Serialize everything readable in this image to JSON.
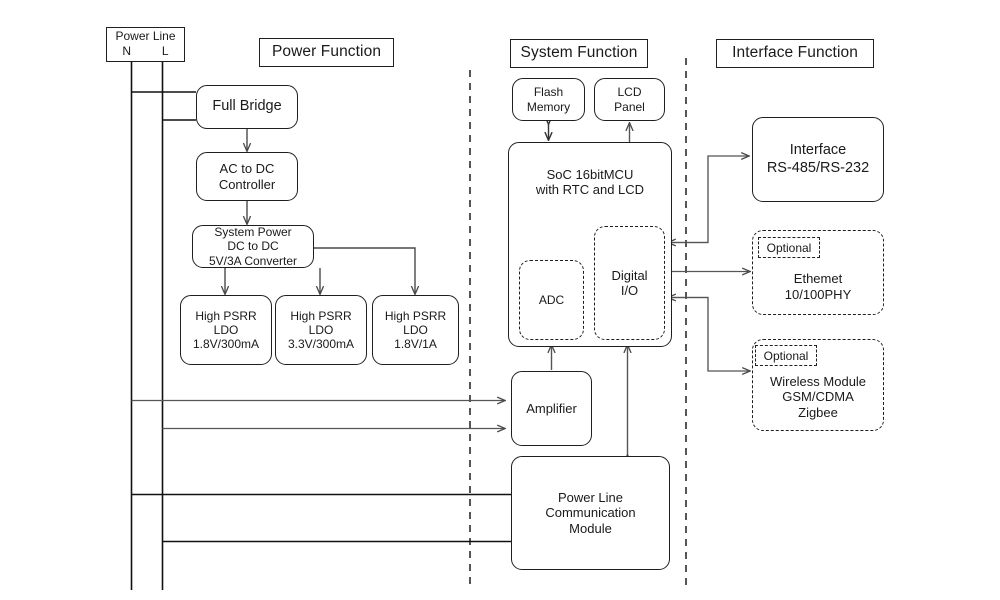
{
  "diagram": {
    "title_boxes": [
      {
        "id": "power-function",
        "label": "Power Function"
      },
      {
        "id": "system-function",
        "label": "System Function"
      },
      {
        "id": "interface-function",
        "label": "Interface Function"
      }
    ],
    "power_line": {
      "label": "Power Line",
      "terminal_n": "N",
      "terminal_l": "L"
    },
    "power_blocks": [
      {
        "id": "full-bridge",
        "lines": [
          "Full Bridge"
        ]
      },
      {
        "id": "ac-to-dc-controller",
        "lines": [
          "AC to DC",
          "Controller"
        ]
      },
      {
        "id": "system-power-converter",
        "lines": [
          "System Power",
          "DC to DC",
          "5V/3A Converter"
        ]
      },
      {
        "id": "ldo-1v8-300ma",
        "lines": [
          "High PSRR",
          "LDO",
          "1.8V/300mA"
        ]
      },
      {
        "id": "ldo-3v3-300ma",
        "lines": [
          "High PSRR",
          "LDO",
          "3.3V/300mA"
        ]
      },
      {
        "id": "ldo-1v8-1a",
        "lines": [
          "High PSRR",
          "LDO",
          "1.8V/1A"
        ]
      }
    ],
    "system_blocks": [
      {
        "id": "flash-memory",
        "lines": [
          "Flash",
          "Memory"
        ]
      },
      {
        "id": "lcd-panel",
        "lines": [
          "LCD",
          "Panel"
        ]
      },
      {
        "id": "soc-mcu",
        "lines": [
          "SoC 16bitMCU",
          "with RTC and LCD"
        ]
      },
      {
        "id": "adc",
        "lines": [
          "ADC"
        ]
      },
      {
        "id": "digital-io",
        "lines": [
          "Digital",
          "I/O"
        ]
      },
      {
        "id": "amplifier",
        "lines": [
          "Amplifier"
        ]
      },
      {
        "id": "plc-module",
        "lines": [
          "Power Line",
          "Communication",
          "Module"
        ]
      }
    ],
    "interface_blocks": [
      {
        "id": "interface-rs",
        "optional": null,
        "lines": [
          "Interface",
          "RS-485/RS-232"
        ]
      },
      {
        "id": "ethernet-phy",
        "optional": "Optional",
        "lines": [
          "Ethemet",
          "10/100PHY"
        ]
      },
      {
        "id": "wireless-module",
        "optional": "Optional",
        "lines": [
          "Wireless Module",
          "GSM/CDMA",
          "Zigbee"
        ]
      }
    ],
    "colors": {
      "stroke": "#1f1f1f",
      "wire": "#555555",
      "background": "#ffffff",
      "text": "#1a1a1a"
    }
  }
}
